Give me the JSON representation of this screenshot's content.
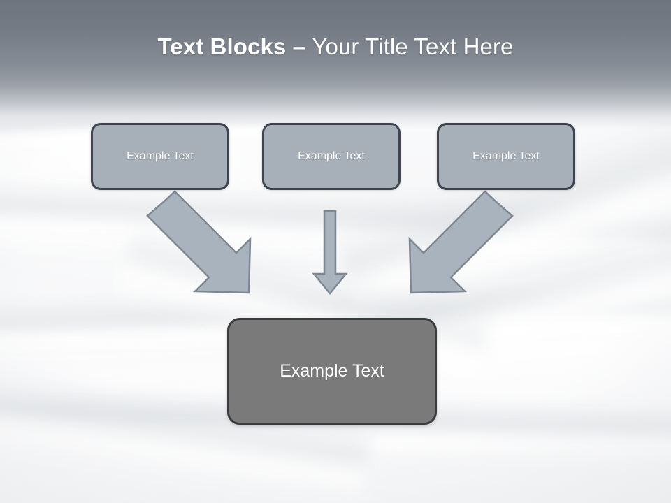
{
  "slide": {
    "title": {
      "bold_part": "Text Blocks – ",
      "light_part": "Your Title Text Here",
      "full_text": "Text Blocks – Your Title Text Here",
      "color": "#ffffff"
    },
    "background": {
      "description": "white crumpled fabric sheet photograph",
      "header_gradient_top": "#6e747e",
      "header_gradient_bottom": "#ffffff"
    },
    "top_boxes": [
      {
        "label": "Example Text",
        "fill": "#a7b0b9",
        "border": "#3e434d"
      },
      {
        "label": "Example Text",
        "fill": "#a7b0b9",
        "border": "#3e434d"
      },
      {
        "label": "Example Text",
        "fill": "#a7b0b9",
        "border": "#3e434d"
      }
    ],
    "bottom_box": {
      "label": "Example Text",
      "fill": "#7a7a7a",
      "border": "#3b3b3d"
    },
    "arrows": [
      {
        "name": "arrow-down-right",
        "direction": "down-right",
        "fill": "#a9b3bd",
        "stroke": "#7c8792"
      },
      {
        "name": "arrow-down",
        "direction": "down",
        "fill": "#a9b3bd",
        "stroke": "#7c8792"
      },
      {
        "name": "arrow-down-left",
        "direction": "down-left",
        "fill": "#a9b3bd",
        "stroke": "#7c8792"
      }
    ]
  }
}
